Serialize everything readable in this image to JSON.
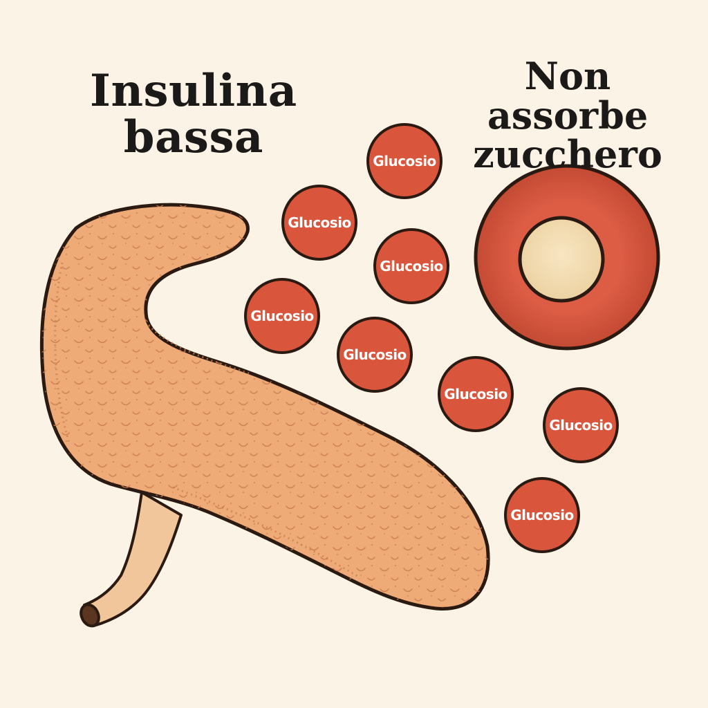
{
  "diagram": {
    "title_left": {
      "line1": "Insulina",
      "line2": "bassa"
    },
    "title_right": {
      "line1": "Non assorbe",
      "line2": "zucchero"
    },
    "glucose_label": "Glucosio",
    "glucose_count": 8,
    "colors": {
      "background": "#fbf3e6",
      "pancreas": "#eeab77",
      "pancreas_outline": "#2a1a12",
      "glucose": "#d9553c",
      "cell": "#d95a43",
      "cell_nucleus": "#f4dcb0"
    }
  }
}
